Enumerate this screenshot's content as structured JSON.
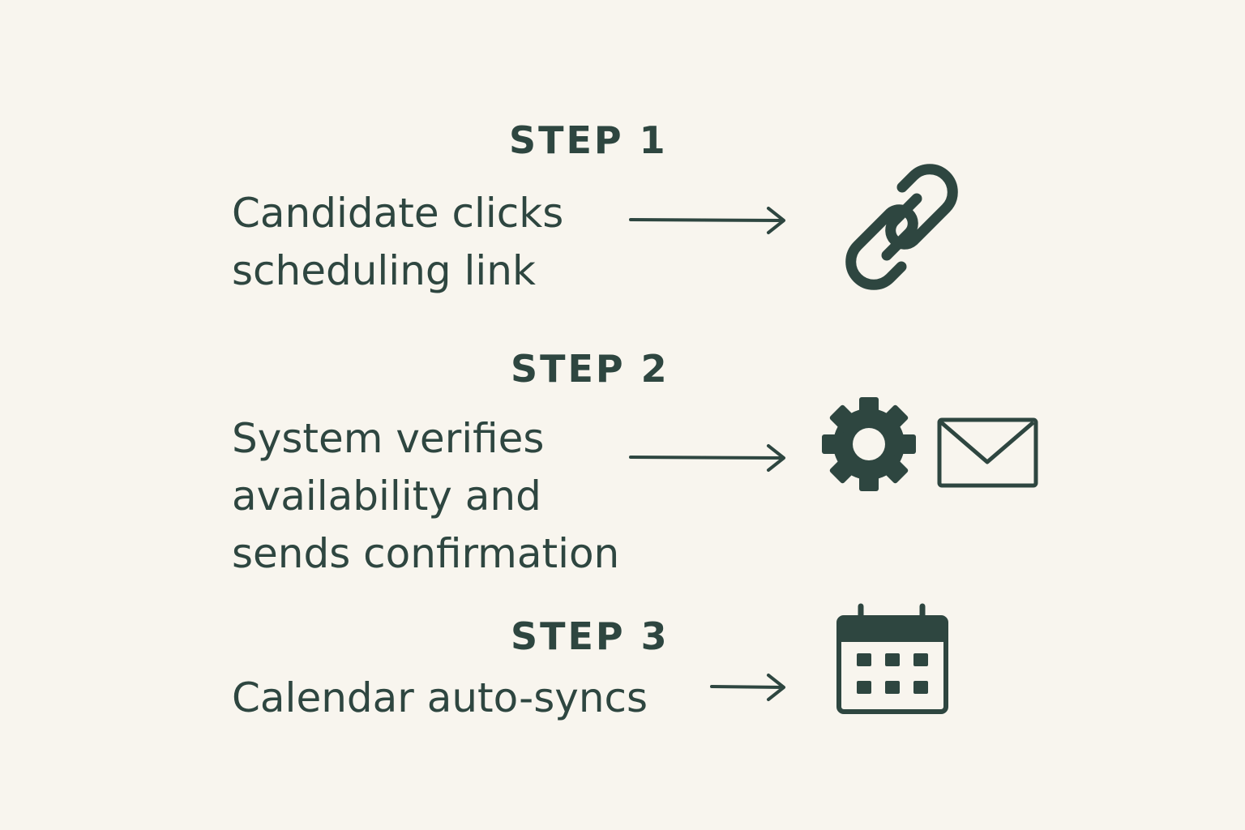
{
  "steps": [
    {
      "title": "STEP 1",
      "lines": [
        "Candidate clicks",
        "scheduling link"
      ],
      "icons": [
        "link-icon"
      ]
    },
    {
      "title": "STEP 2",
      "lines": [
        "System verifies",
        "availability and",
        "sends confirmation"
      ],
      "icons": [
        "gear-icon",
        "mail-icon"
      ]
    },
    {
      "title": "STEP 3",
      "lines": [
        "Calendar auto-syncs"
      ],
      "icons": [
        "calendar-icon"
      ]
    }
  ],
  "colors": {
    "background": "#f8f5ee",
    "ink": "#2e4640"
  }
}
